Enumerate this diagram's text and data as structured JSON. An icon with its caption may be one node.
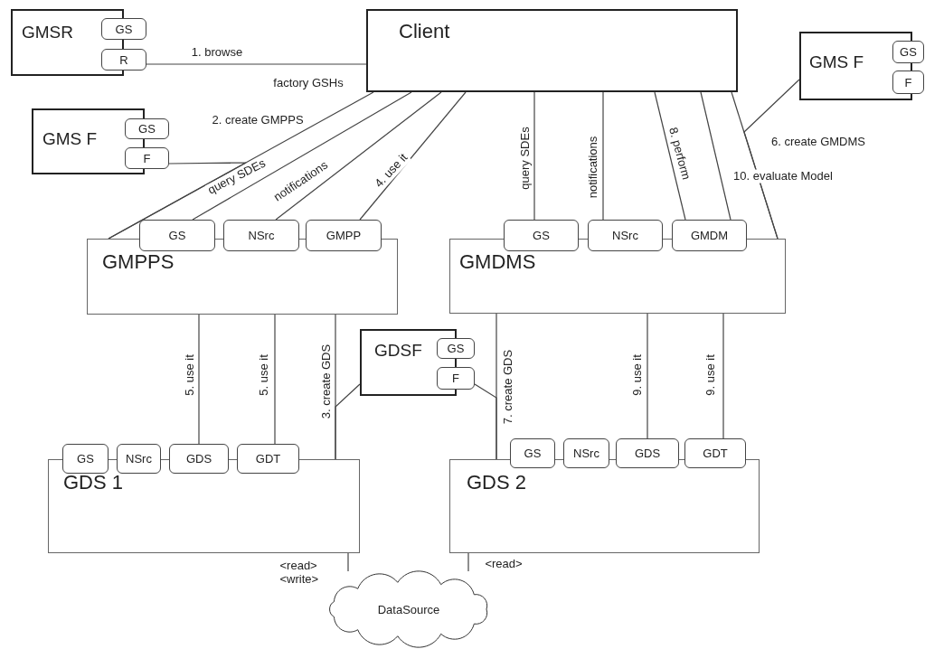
{
  "diagram": {
    "nodes": [
      {
        "text": [
          "GMSR"
        ]
      },
      {
        "text": [
          "GS"
        ]
      },
      {
        "text": [
          "R"
        ]
      },
      {
        "text": [
          "Client"
        ]
      },
      {
        "text": [
          "GMS F"
        ]
      },
      {
        "text": [
          "GS"
        ]
      },
      {
        "text": [
          "F"
        ]
      },
      {
        "text": [
          "GMS F"
        ]
      },
      {
        "text": [
          "GS"
        ]
      },
      {
        "text": [
          "F"
        ]
      },
      {
        "text": [
          "GMPPS"
        ]
      },
      {
        "text": [
          "GS"
        ]
      },
      {
        "text": [
          "NSrc"
        ]
      },
      {
        "text": [
          "GMPP"
        ]
      },
      {
        "text": [
          "GMDMS"
        ]
      },
      {
        "text": [
          "GS"
        ]
      },
      {
        "text": [
          "NSrc"
        ]
      },
      {
        "text": [
          "GMDM"
        ]
      },
      {
        "text": [
          "GDSF"
        ]
      },
      {
        "text": [
          "GS"
        ]
      },
      {
        "text": [
          "F"
        ]
      },
      {
        "text": [
          "GDS 1"
        ]
      },
      {
        "text": [
          "GS"
        ]
      },
      {
        "text": [
          "NSrc"
        ]
      },
      {
        "text": [
          "GDS"
        ]
      },
      {
        "text": [
          "GDT"
        ]
      },
      {
        "text": [
          "GDS 2"
        ]
      },
      {
        "text": [
          "GS"
        ]
      },
      {
        "text": [
          "NSrc"
        ]
      },
      {
        "text": [
          "GDS"
        ]
      },
      {
        "text": [
          "GDT"
        ]
      },
      {
        "text": [
          "DataSource"
        ]
      }
    ],
    "edges": [
      {
        "from": 2,
        "to": 3,
        "arrow": "none",
        "label": "1. browse"
      },
      {
        "from": 3,
        "to": 10,
        "arrow": "none",
        "label": "2. create GMPPS"
      },
      {
        "from": 6,
        "to": 10,
        "arrow": "none"
      },
      {
        "from": 3,
        "to": 11,
        "arrow": "none",
        "label": "query SDEs"
      },
      {
        "from": 3,
        "to": 12,
        "arrow": "none",
        "label": "notifications"
      },
      {
        "from": 3,
        "to": 13,
        "arrow": "none",
        "label": "4. use it"
      },
      {
        "from": 3,
        "to": 15,
        "arrow": "none",
        "label": "query SDEs"
      },
      {
        "from": 3,
        "to": 16,
        "arrow": "none",
        "label": "notifications"
      },
      {
        "from": 3,
        "to": 17,
        "arrow": "none",
        "label": "8. perform"
      },
      {
        "from": 3,
        "to": 17,
        "arrow": "none",
        "label": "10. evaluate Model"
      },
      {
        "from": 3,
        "to": 14,
        "arrow": "none",
        "label": "6. create GMDMS"
      },
      {
        "from": 7,
        "to": 14,
        "arrow": "none"
      },
      {
        "from": 10,
        "to": 24,
        "arrow": "none",
        "label": "5. use it"
      },
      {
        "from": 10,
        "to": 25,
        "arrow": "none",
        "label": "5. use it"
      },
      {
        "from": 10,
        "to": 21,
        "arrow": "none",
        "label": "3. create GDS"
      },
      {
        "from": 18,
        "to": 21,
        "arrow": "none"
      },
      {
        "from": 14,
        "to": 26,
        "arrow": "none",
        "label": "7. create GDS"
      },
      {
        "from": 20,
        "to": 26,
        "arrow": "none"
      },
      {
        "from": 14,
        "to": 29,
        "arrow": "none",
        "label": "9. use it"
      },
      {
        "from": 14,
        "to": 30,
        "arrow": "none",
        "label": "9. use it"
      },
      {
        "from": 21,
        "to": 31,
        "arrow": "none",
        "label": "<read> <write>"
      },
      {
        "from": 26,
        "to": 31,
        "arrow": "none",
        "label": "<read>"
      }
    ],
    "labels": [
      "factory GSHs"
    ]
  }
}
